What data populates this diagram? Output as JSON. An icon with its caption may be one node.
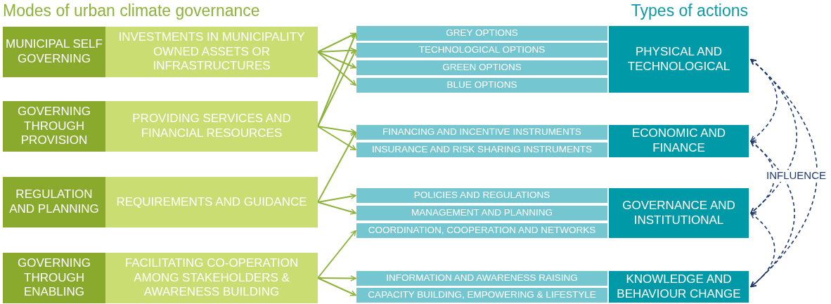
{
  "diagram": {
    "nodes": [
      {
        "text": [
          "MUNICIPAL SELF GOVERNING"
        ]
      },
      {
        "text": [
          "INVESTMENTS IN MUNICIPALITY OWNED ASSETS OR INFRASTRUCTURES"
        ]
      },
      {
        "text": [
          "GOVERNING THROUGH PROVISION"
        ]
      },
      {
        "text": [
          "PROVIDING SERVICES AND FINANCIAL RESOURCES"
        ]
      },
      {
        "text": [
          "REGULATION AND PLANNING"
        ]
      },
      {
        "text": [
          "REQUIREMENTS AND GUIDANCE"
        ]
      },
      {
        "text": [
          "GOVERNING THROUGH ENABLING"
        ]
      },
      {
        "text": [
          "FACILITATING CO-OPERATION AMONG STAKEHOLDERS & AWARENESS BUILDING"
        ]
      },
      {
        "text": [
          "GREY OPTIONS"
        ]
      },
      {
        "text": [
          "TECHNOLOGICAL OPTIONS"
        ]
      },
      {
        "text": [
          "GREEN OPTIONS"
        ]
      },
      {
        "text": [
          "BLUE OPTIONS"
        ]
      },
      {
        "text": [
          "FINANCING AND INCENTIVE INSTRUMENTS"
        ]
      },
      {
        "text": [
          "INSURANCE AND RISK SHARING INSTRUMENTS"
        ]
      },
      {
        "text": [
          "POLICIES AND REGULATIONS"
        ]
      },
      {
        "text": [
          "MANAGEMENT AND PLANNING"
        ]
      },
      {
        "text": [
          "COORDINATION, COOPERATION AND NETWORKS"
        ]
      },
      {
        "text": [
          "INFORMATION AND AWARENESS RAISING"
        ]
      },
      {
        "text": [
          "CAPACITY BUILDING, EMPOWERING & LIFESTYLE"
        ]
      },
      {
        "text": [
          "PHYSICAL AND TECHNOLOGICAL"
        ]
      },
      {
        "text": [
          "ECONOMIC AND FINANCE"
        ]
      },
      {
        "text": [
          "GOVERNANCE AND INSTITUTIONAL"
        ]
      },
      {
        "text": [
          "KNOWLEDGE AND BEHAVIOUR CHANGE"
        ]
      }
    ],
    "edges": [
      {
        "from": 1,
        "to": 8,
        "arrow": "to"
      },
      {
        "from": 1,
        "to": 9,
        "arrow": "to"
      },
      {
        "from": 1,
        "to": 10,
        "arrow": "to"
      },
      {
        "from": 1,
        "to": 11,
        "arrow": "to"
      },
      {
        "from": 3,
        "to": 8,
        "arrow": "to"
      },
      {
        "from": 3,
        "to": 9,
        "arrow": "to"
      },
      {
        "from": 3,
        "to": 12,
        "arrow": "to"
      },
      {
        "from": 3,
        "to": 13,
        "arrow": "to"
      },
      {
        "from": 5,
        "to": 12,
        "arrow": "to"
      },
      {
        "from": 5,
        "to": 14,
        "arrow": "to"
      },
      {
        "from": 5,
        "to": 15,
        "arrow": "to"
      },
      {
        "from": 7,
        "to": 16,
        "arrow": "to"
      },
      {
        "from": 7,
        "to": 17,
        "arrow": "to"
      },
      {
        "from": 7,
        "to": 18,
        "arrow": "to"
      },
      {
        "from": 19,
        "to": 20,
        "arrow": "both",
        "style": "dashed",
        "color": "#1f3a6e"
      },
      {
        "from": 20,
        "to": 21,
        "arrow": "both",
        "style": "dashed",
        "color": "#1f3a6e"
      },
      {
        "from": 21,
        "to": 22,
        "arrow": "both",
        "style": "dashed",
        "color": "#1f3a6e"
      },
      {
        "from": 19,
        "to": 21,
        "arrow": "both",
        "style": "dashed",
        "color": "#1f3a6e"
      },
      {
        "from": 20,
        "to": 22,
        "arrow": "both",
        "style": "dashed",
        "color": "#1f3a6e"
      },
      {
        "from": 19,
        "to": 22,
        "arrow": "both",
        "style": "dashed",
        "color": "#1f3a6e"
      }
    ],
    "labels": [
      "Modes of urban climate governance",
      "Types of actions",
      "INFLUENCE"
    ]
  }
}
